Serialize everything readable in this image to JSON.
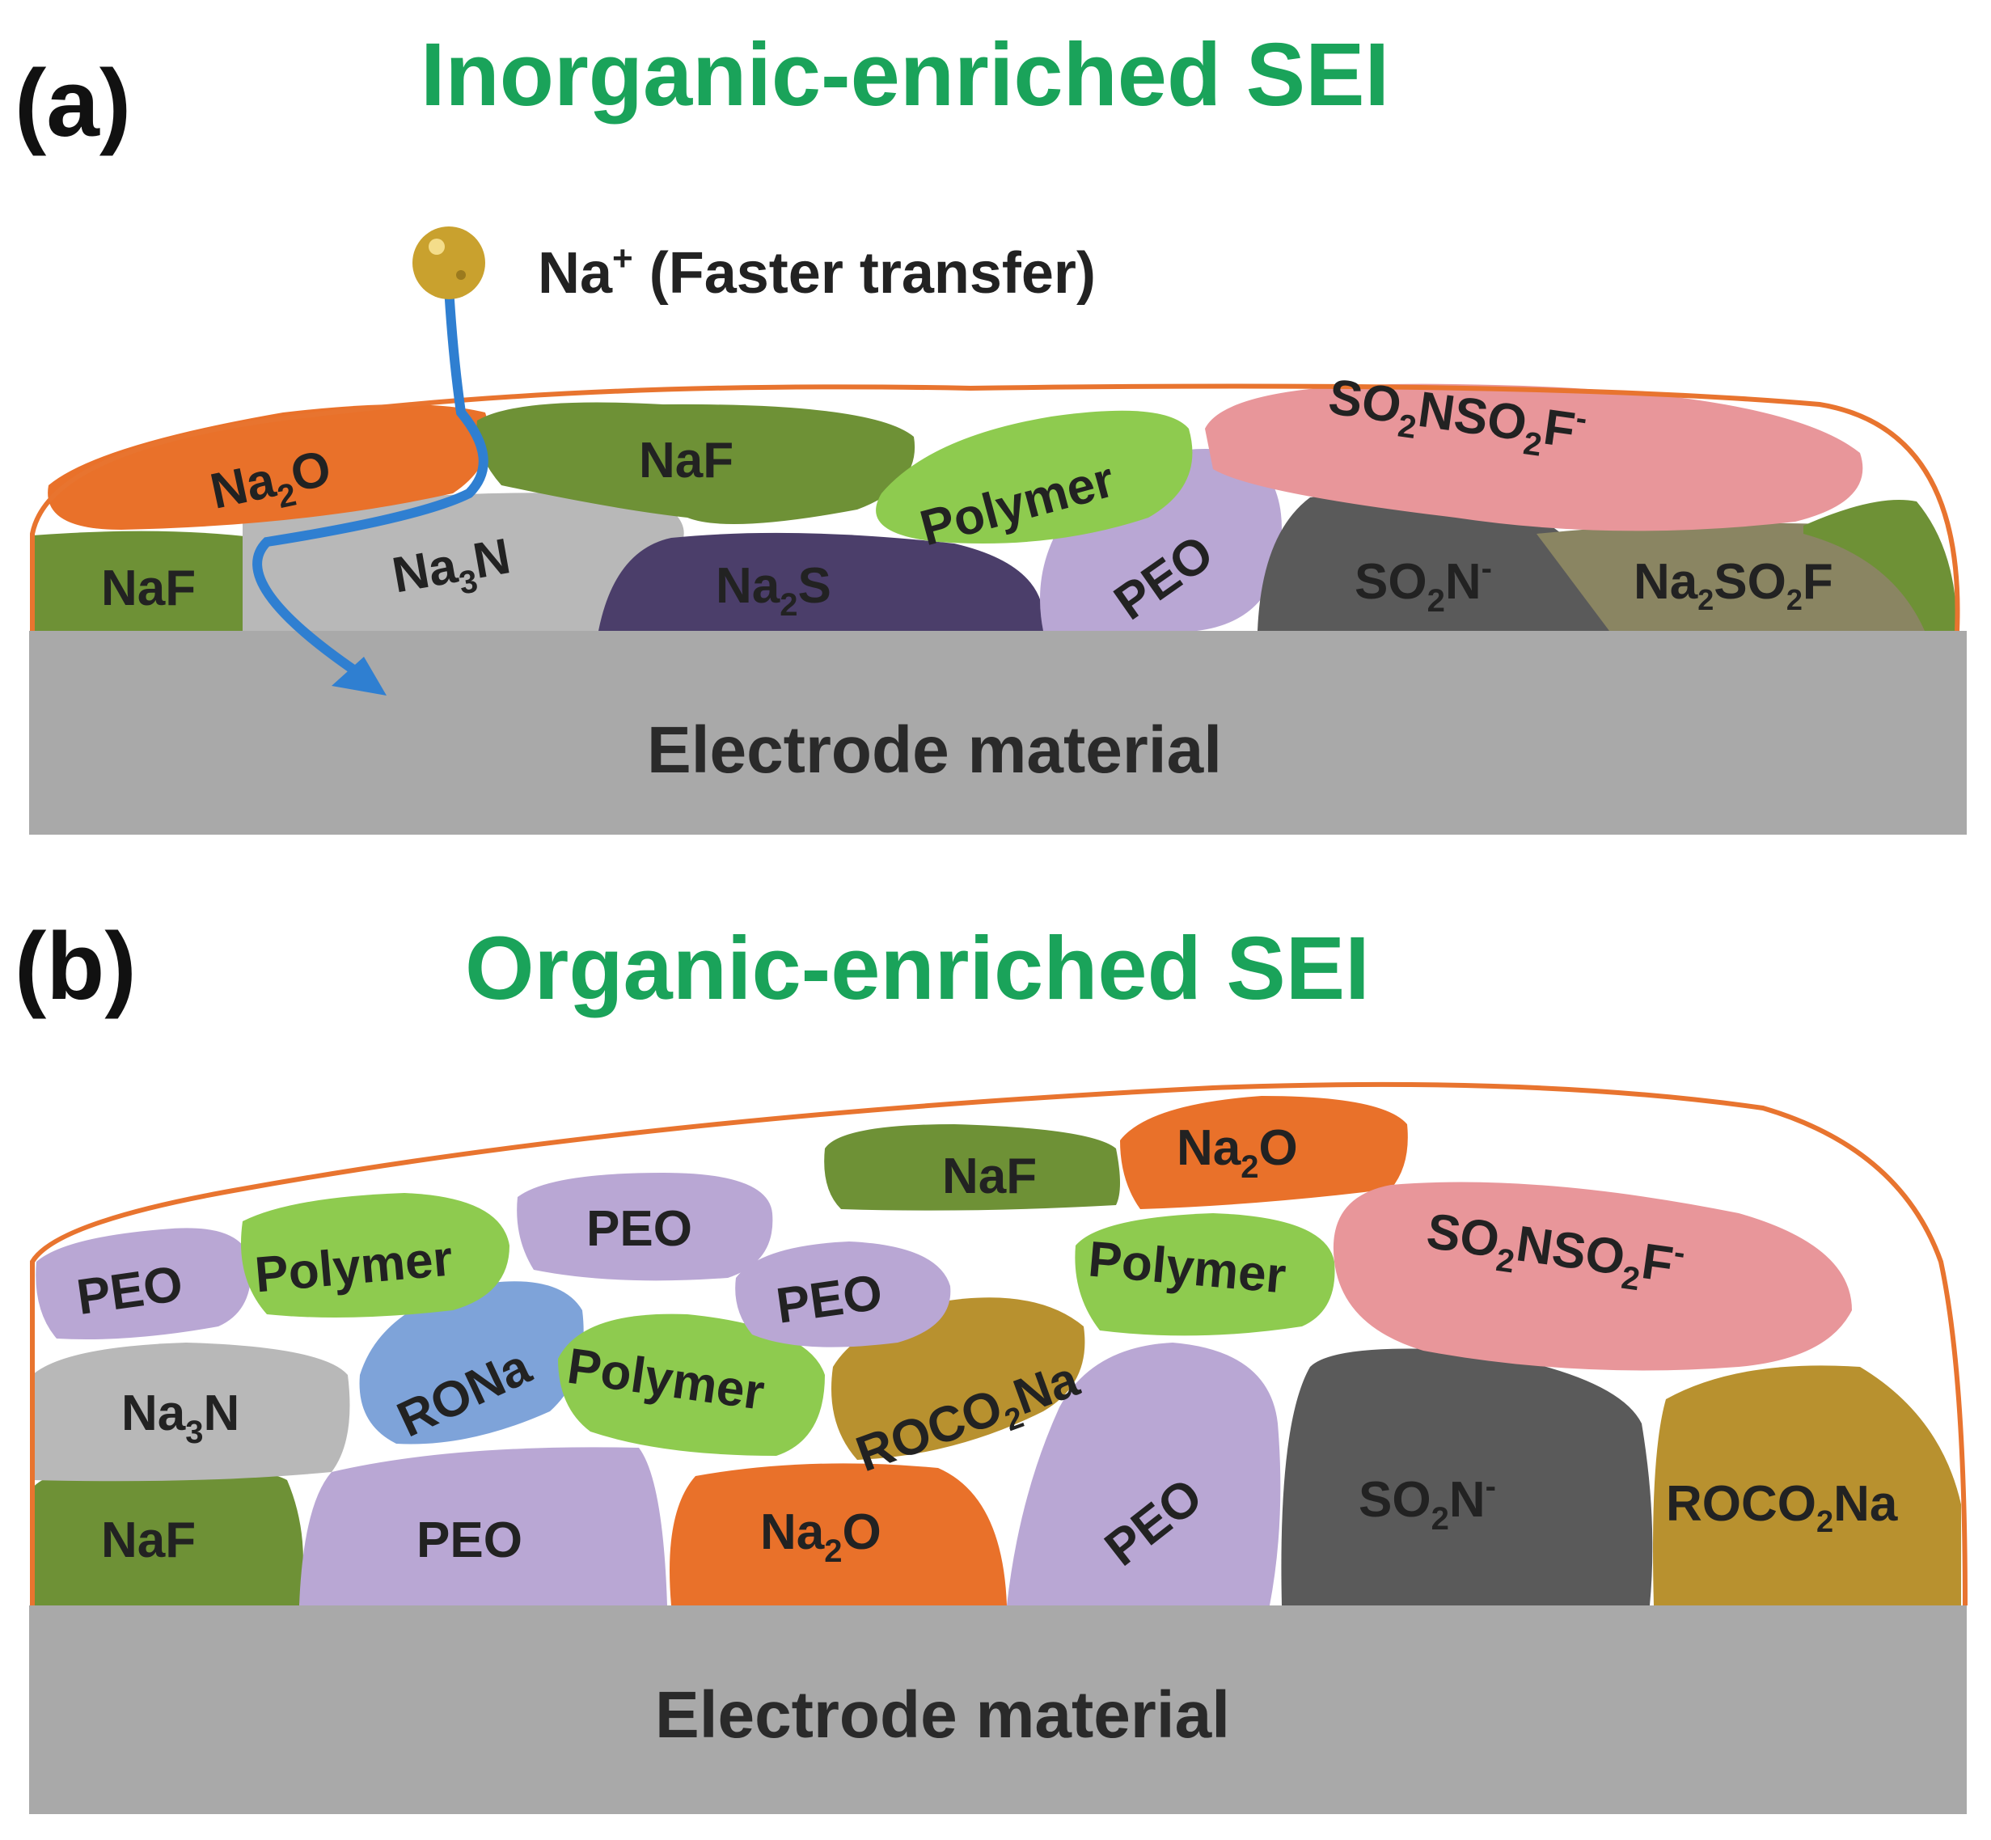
{
  "colors": {
    "title": "#1aa35a",
    "electrode": "#a9a9a9",
    "shell": "#e8742f",
    "arrow": "#2f7fd1",
    "ion": "#c9a12e",
    "naf": "#6e9136",
    "na2o": "#e9712a",
    "polymer": "#8ecb4f",
    "peo": "#b9a7d4",
    "na3n": "#b8b8b8",
    "na2s": "#4b3e6a",
    "so2nso2f": "#e8969a",
    "so2n": "#5a5a5a",
    "na2so2f": "#8a8562",
    "rona": "#7ea3d9",
    "roco2na": "#b8912f"
  },
  "panel_a": {
    "letter": "(a)",
    "title": "Inorganic-enriched SEI",
    "ion": {
      "icon": "sodium-ion-icon",
      "label_main": "Na",
      "label_sup": "+",
      "label_rest": " (Faster transfer)"
    },
    "electrode_label": "Electrode material",
    "components": {
      "na2o": {
        "base": "Na",
        "sub": "2",
        "rest": "O"
      },
      "naf_top": {
        "base": "NaF"
      },
      "polymer": {
        "base": "Polymer"
      },
      "so2nso2f": {
        "base": "SO",
        "sub": "2",
        "rest": "NSO",
        "sub2": "2",
        "rest2": "F",
        "sup": "-"
      },
      "naf_left": {
        "base": "NaF"
      },
      "na3n": {
        "base": "Na",
        "sub": "3",
        "rest": "N"
      },
      "na2s": {
        "base": "Na",
        "sub": "2",
        "rest": "S"
      },
      "peo": {
        "base": "PEO"
      },
      "so2n": {
        "base": "SO",
        "sub": "2",
        "rest": "N",
        "sup": "-"
      },
      "na2so2f": {
        "base": "Na",
        "sub": "2",
        "rest": "SO",
        "sub2": "2",
        "rest2": "F"
      }
    }
  },
  "panel_b": {
    "letter": "(b)",
    "title": "Organic-enriched SEI",
    "electrode_label": "Electrode material",
    "components": {
      "naf_top": {
        "base": "NaF"
      },
      "na2o_top": {
        "base": "Na",
        "sub": "2",
        "rest": "O"
      },
      "peo_left": {
        "base": "PEO"
      },
      "polymer_1": {
        "base": "Polymer"
      },
      "peo_mid": {
        "base": "PEO"
      },
      "peo_mid2": {
        "base": "PEO"
      },
      "polymer_2": {
        "base": "Polymer"
      },
      "so2nso2f": {
        "base": "SO",
        "sub": "2",
        "rest": "NSO",
        "sub2": "2",
        "rest2": "F",
        "sup": "-"
      },
      "na3n": {
        "base": "Na",
        "sub": "3",
        "rest": "N"
      },
      "rona": {
        "base": "RONa"
      },
      "polymer_3": {
        "base": "Polymer"
      },
      "roco2na_mid": {
        "base": "ROCO",
        "sub": "2",
        "rest": "Na"
      },
      "peo_tilt": {
        "base": "PEO"
      },
      "so2n": {
        "base": "SO",
        "sub": "2",
        "rest": "N",
        "sup": "-"
      },
      "roco2na_right": {
        "base": "ROCO",
        "sub": "2",
        "rest": "Na"
      },
      "naf_bottom": {
        "base": "NaF"
      },
      "peo_bottom": {
        "base": "PEO"
      },
      "na2o_bottom": {
        "base": "Na",
        "sub": "2",
        "rest": "O"
      }
    }
  }
}
